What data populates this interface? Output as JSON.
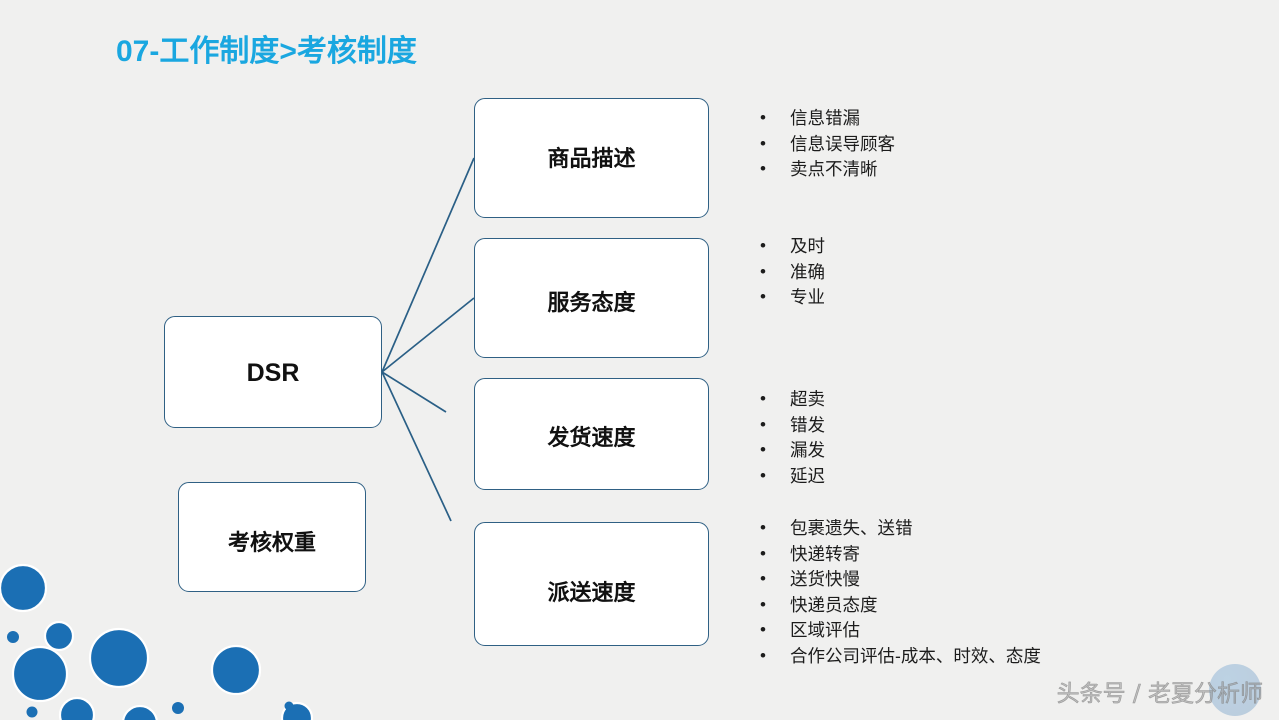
{
  "slide": {
    "title": "07-工作制度>考核制度",
    "title_color": "#1aa7e0",
    "background_color": "#f0f0ef",
    "box_border_color": "#2f6084",
    "decor_circle_color": "#1b6fb4"
  },
  "nodes": {
    "root": {
      "label": "DSR"
    },
    "weight": {
      "label": "考核权重"
    },
    "branches": [
      {
        "label": "商品描述"
      },
      {
        "label": "服务态度"
      },
      {
        "label": "发货速度"
      },
      {
        "label": "派送速度"
      }
    ]
  },
  "lists": {
    "description": [
      "信息错漏",
      "信息误导顾客",
      "卖点不清晰"
    ],
    "service": [
      "及时",
      "准确",
      "专业"
    ],
    "shipping": [
      "超卖",
      "错发",
      "漏发",
      "延迟"
    ],
    "delivery": [
      "包裹遗失、送错",
      "快递转寄",
      "送货快慢",
      "快递员态度",
      "区域评估",
      "合作公司评估-成本、时效、态度"
    ]
  },
  "watermark": {
    "text": "头条号 / 老夏分析师"
  }
}
